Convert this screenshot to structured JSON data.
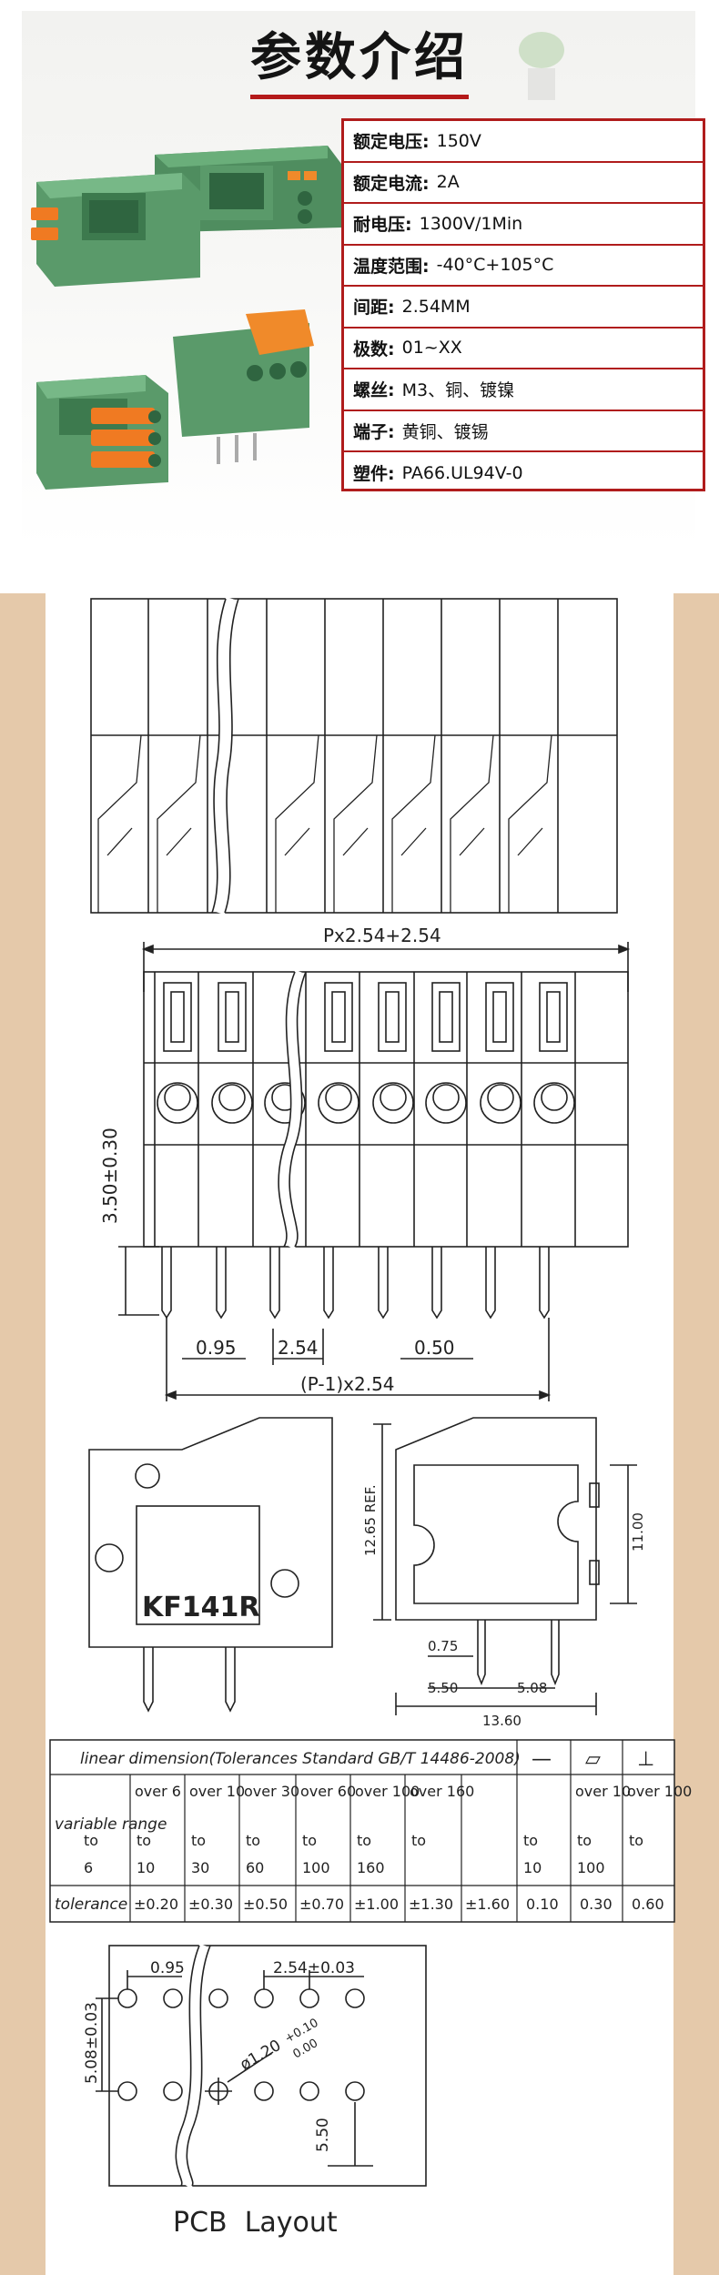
{
  "header": {
    "title": "参数介绍"
  },
  "params": [
    {
      "label": "额定电压:",
      "value": "150V"
    },
    {
      "label": "额定电流:",
      "value": "2A"
    },
    {
      "label": "耐电压:",
      "value": "1300V/1Min"
    },
    {
      "label": "温度范围:",
      "value": "-40°C+105°C"
    },
    {
      "label": "间距:",
      "value": "2.54MM"
    },
    {
      "label": "极数:",
      "value": "01~XX"
    },
    {
      "label": "螺丝:",
      "value": "M3、铜、镀镍"
    },
    {
      "label": "端子:",
      "value": "黄铜、镀锡"
    },
    {
      "label": "塑件:",
      "value": "PA66.UL94V-0"
    }
  ],
  "colors": {
    "accent": "#b01c1c",
    "product_green": "#5a9a6a",
    "lever_orange": "#f08a2a",
    "section_bg": "#e5c9aa"
  },
  "drawing": {
    "front": {
      "width_dim": "Px2.54+2.54",
      "height_dim": "3.50±0.30",
      "pin_dim": "0.95",
      "pitch_dim": "2.54",
      "pin_width": "0.50",
      "total_dim": "(P-1)x2.54"
    },
    "side": {
      "model": "KF141R",
      "height_ref": "12.65 REF.",
      "body_height": "11.00",
      "pin_w": "0.75",
      "dim_a": "5.50",
      "dim_b": "5.08",
      "depth": "13.60"
    },
    "pcb": {
      "pin_offset": "0.95",
      "pitch": "2.54±0.03",
      "row_spacing": "5.08±0.03",
      "hole": "ø1.20",
      "hole_tol_plus": "+0.10",
      "hole_tol_minus": "0.00",
      "depth": "5.50",
      "caption": "PCB  Layout"
    }
  },
  "tolerance_table": {
    "header": "linear dimension(Tolerances Standard GB/T 14486-2008)",
    "symbols": [
      "—",
      "▱",
      "⊥"
    ],
    "row_label_range": "variable range",
    "row_label_tol": "tolerance",
    "ranges": [
      {
        "top": "",
        "mid": "to",
        "bottom": "6"
      },
      {
        "top": "over 6",
        "mid": "to",
        "bottom": "10"
      },
      {
        "top": "over 10",
        "mid": "to",
        "bottom": "30"
      },
      {
        "top": "over 30",
        "mid": "to",
        "bottom": "60"
      },
      {
        "top": "over 60",
        "mid": "to",
        "bottom": "100"
      },
      {
        "top": "over 100",
        "mid": "to",
        "bottom": "160"
      },
      {
        "top": "over 160",
        "mid": "to",
        "bottom": ""
      },
      {
        "top": "",
        "mid": "to",
        "bottom": "10"
      },
      {
        "top": "over 10",
        "mid": "to",
        "bottom": "100"
      },
      {
        "top": "over 100",
        "mid": "to",
        "bottom": ""
      }
    ],
    "tolerances": [
      "±0.20",
      "±0.30",
      "±0.50",
      "±0.70",
      "±1.00",
      "±1.30",
      "±1.60",
      "0.10",
      "0.30",
      "0.60"
    ]
  }
}
